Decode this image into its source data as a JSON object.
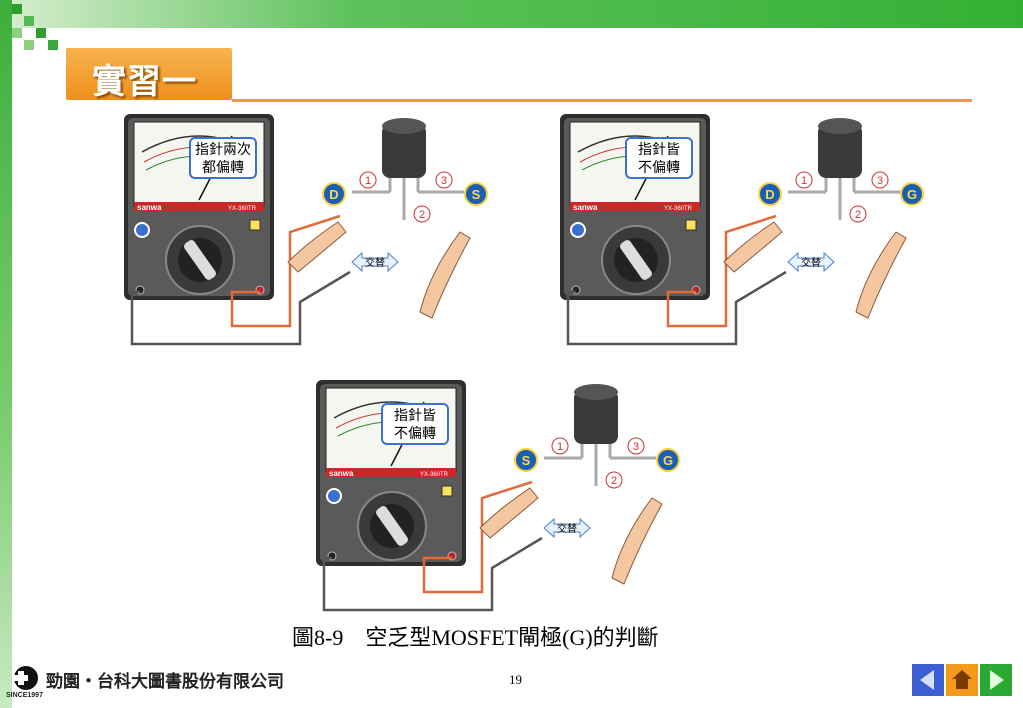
{
  "slide": {
    "title": "實習一",
    "caption": "圖8-9　空乏型MOSFET閘極(G)的判斷",
    "page_number": "19"
  },
  "footer": {
    "publisher": "勁園‧台科大圖書股份有限公司",
    "since": "SINCE1997"
  },
  "figures": [
    {
      "meter_brand": "sanwa",
      "meter_model": "YX-360TR",
      "callout": [
        "指針兩次",
        "都偏轉"
      ],
      "alternate_label": "交替",
      "pins": [
        "1",
        "2",
        "3"
      ],
      "probe_left": "D",
      "probe_right": "S"
    },
    {
      "meter_brand": "sanwa",
      "meter_model": "YX-360TR",
      "callout": [
        "指針皆",
        "不偏轉"
      ],
      "alternate_label": "交替",
      "pins": [
        "1",
        "2",
        "3"
      ],
      "probe_left": "D",
      "probe_right": "G"
    },
    {
      "meter_brand": "sanwa",
      "meter_model": "YX-360TR",
      "callout": [
        "指針皆",
        "不偏轉"
      ],
      "alternate_label": "交替",
      "pins": [
        "1",
        "2",
        "3"
      ],
      "probe_left": "S",
      "probe_right": "G"
    }
  ],
  "nav": {
    "prev": "previous-slide",
    "home": "home",
    "next": "next-slide"
  },
  "colors": {
    "title_orange": "#ef8f1b",
    "green_band": "#33b033",
    "probe_blue": "#1a5fb4",
    "nav_blue": "#3b5fd0",
    "nav_orange": "#f39a1a",
    "nav_green": "#2aa834"
  }
}
